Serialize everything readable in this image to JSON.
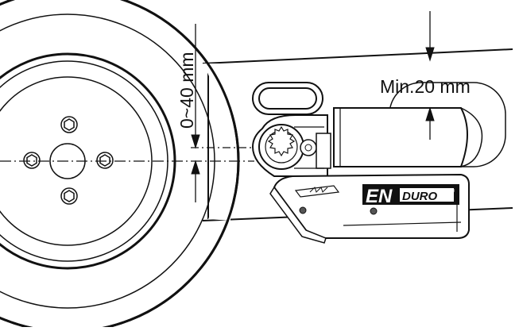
{
  "diagram": {
    "labels": {
      "vertical_offset": "0~40 mm",
      "min_clearance": "Min.20 mm"
    },
    "logo": {
      "en": "EN",
      "duro": "DURO",
      "mark": "®"
    },
    "colors": {
      "line": "#111111",
      "background": "#ffffff",
      "logo_bg": "#111111",
      "logo_fg": "#ffffff"
    }
  }
}
